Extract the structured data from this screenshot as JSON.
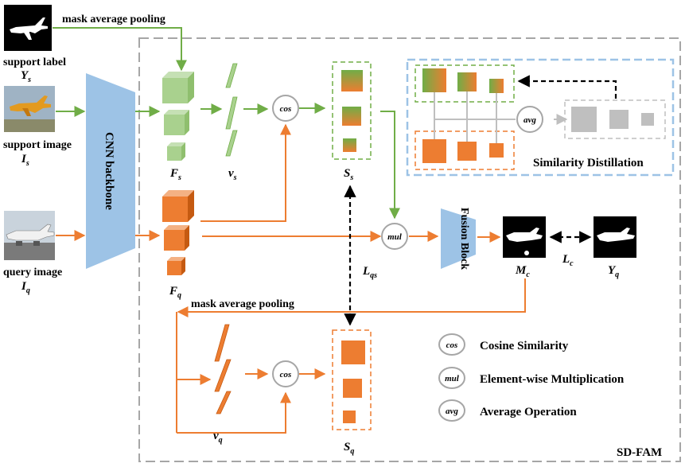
{
  "labels": {
    "mask_avg_pool_top": "mask average pooling",
    "mask_avg_pool_bottom": "mask average pooling",
    "support_label": "support label",
    "support_image": "support image",
    "query_image": "query image",
    "backbone": "CNN backbone",
    "fusion_block": "Fusion Block",
    "similarity_distillation": "Similarity Distillation",
    "framework": "SD-FAM"
  },
  "symbols": {
    "Ys": {
      "base": "Y",
      "sub": "s"
    },
    "Is": {
      "base": "I",
      "sub": "s"
    },
    "Iq": {
      "base": "I",
      "sub": "q"
    },
    "Fs": {
      "base": "F",
      "sub": "s"
    },
    "Fq": {
      "base": "F",
      "sub": "q"
    },
    "vs": {
      "base": "v",
      "sub": "s"
    },
    "vq": {
      "base": "v",
      "sub": "q"
    },
    "Ss": {
      "base": "S",
      "sub": "s"
    },
    "Sq": {
      "base": "S",
      "sub": "q"
    },
    "Mc": {
      "base": "M",
      "sub": "c"
    },
    "Yq": {
      "base": "Y",
      "sub": "q"
    },
    "Lqs": {
      "base": "L",
      "sub": "qs"
    },
    "Lc": {
      "base": "L",
      "sub": "c"
    }
  },
  "operators": {
    "cos": "cos",
    "mul": "mul",
    "avg": "avg"
  },
  "legend": [
    {
      "symbol": "cos",
      "text": "Cosine Similarity"
    },
    {
      "symbol": "mul",
      "text": "Element-wise Multiplication"
    },
    {
      "symbol": "avg",
      "text": "Average Operation"
    }
  ],
  "colors": {
    "support_green": "#70ad47",
    "query_orange": "#ed7d31",
    "backbone_blue": "#9dc3e6",
    "dashed_gray": "#a6a6a6",
    "distill_box_blue": "#9dc3e6",
    "teacher_gray": "#bfbfbf"
  },
  "icons": [
    "airplane-mask-icon",
    "airplane-photo-icon",
    "airplane-query-photo-icon",
    "predicted-mask-icon",
    "ground-truth-mask-icon"
  ]
}
